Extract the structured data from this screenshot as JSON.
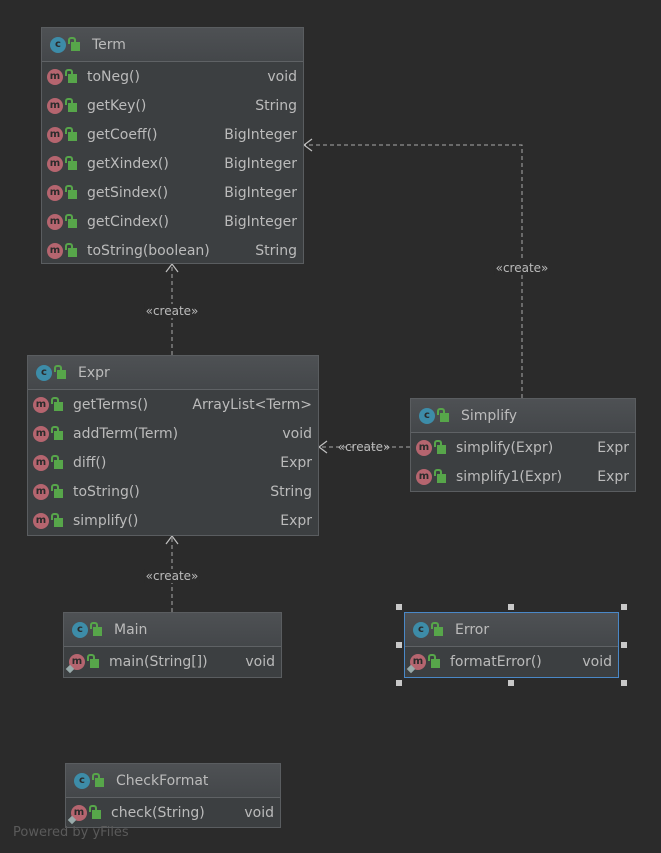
{
  "classes": {
    "term": {
      "name": "Term",
      "methods": [
        [
          "toNeg()",
          "void"
        ],
        [
          "getKey()",
          "String"
        ],
        [
          "getCoeff()",
          "BigInteger"
        ],
        [
          "getXindex()",
          "BigInteger"
        ],
        [
          "getSindex()",
          "BigInteger"
        ],
        [
          "getCindex()",
          "BigInteger"
        ],
        [
          "toString(boolean)",
          "String"
        ]
      ]
    },
    "expr": {
      "name": "Expr",
      "methods": [
        [
          "getTerms()",
          "ArrayList<Term>"
        ],
        [
          "addTerm(Term)",
          "void"
        ],
        [
          "diff()",
          "Expr"
        ],
        [
          "toString()",
          "String"
        ],
        [
          "simplify()",
          "Expr"
        ]
      ]
    },
    "simplify": {
      "name": "Simplify",
      "methods": [
        [
          "simplify(Expr)",
          "Expr"
        ],
        [
          "simplify1(Expr)",
          "Expr"
        ]
      ]
    },
    "main": {
      "name": "Main",
      "methods": [
        [
          "main(String[])",
          "void"
        ]
      ]
    },
    "error": {
      "name": "Error",
      "methods": [
        [
          "formatError()",
          "void"
        ]
      ]
    },
    "checkformat": {
      "name": "CheckFormat",
      "methods": [
        [
          "check(String)",
          "void"
        ]
      ]
    }
  },
  "edges": {
    "expr_term": "«create»",
    "simplify_term": "«create»",
    "simplify_expr": "«create»",
    "main_expr": "«create»"
  },
  "icons": {
    "class": "c",
    "method": "m"
  },
  "footer": "Powered by yFiles"
}
